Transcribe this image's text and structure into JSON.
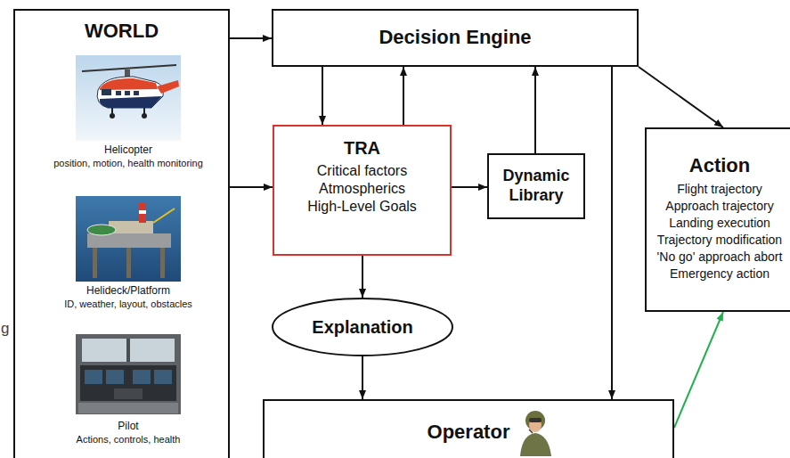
{
  "diagram": {
    "nodes": [
      {
        "text": [
          "WORLD"
        ]
      },
      {
        "text": [
          "Decision Engine"
        ]
      },
      {
        "text": [
          "TRA",
          "Critical factors",
          "Atmospherics",
          "High-Level Goals"
        ]
      },
      {
        "text": [
          "Dynamic Library"
        ]
      },
      {
        "text": [
          "Action",
          "Flight trajectory",
          "Approach trajectory",
          "Landing execution",
          "Trajectory modification",
          "'No go' approach abort",
          "Emergency action"
        ]
      },
      {
        "text": [
          "Explanation"
        ]
      },
      {
        "text": [
          "Operator"
        ]
      }
    ],
    "edges": [
      {
        "from": 0,
        "to": 1,
        "arrow": "to"
      },
      {
        "from": 0,
        "to": 2,
        "arrow": "to"
      },
      {
        "from": 1,
        "to": 2,
        "arrow": "to"
      },
      {
        "from": 2,
        "to": 1,
        "arrow": "to"
      },
      {
        "from": 2,
        "to": 3,
        "arrow": "to"
      },
      {
        "from": 3,
        "to": 1,
        "arrow": "to"
      },
      {
        "from": 1,
        "to": 4,
        "arrow": "to"
      },
      {
        "from": 2,
        "to": 5,
        "arrow": "to"
      },
      {
        "from": 5,
        "to": 6,
        "arrow": "to"
      },
      {
        "from": 1,
        "to": 6,
        "arrow": "to"
      },
      {
        "from": 6,
        "to": 4,
        "arrow": "to"
      }
    ],
    "labels": [
      "Helicopter",
      "position, motion, health monitoring",
      "Helideck/Platform",
      "ID, weather, layout, obstacles",
      "Pilot",
      "Actions, controls, health",
      "g"
    ]
  }
}
